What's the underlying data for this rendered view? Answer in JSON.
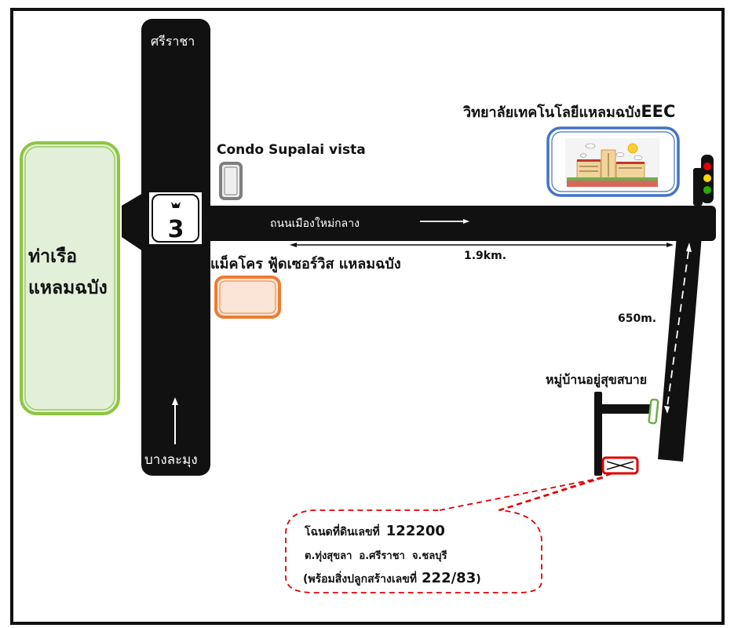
{
  "map": {
    "roads": {
      "vertical_top_label": "ศรีราชา",
      "vertical_bottom_label": "บางละมุง",
      "main_road_label": "ถนนเมืองใหม่กลาง",
      "route_sign_number": "3"
    },
    "places": {
      "port": {
        "line1": "ท่าเรือ",
        "line2": "แหลมฉบัง",
        "color": "#8cc63f",
        "fill": "#e2f0d9"
      },
      "condo": {
        "label": "Condo  Supalai vista",
        "color": "#7f7f7f"
      },
      "makro": {
        "label": "แม็คโคร ฟู้ดเซอร์วิส แหลมฉบัง",
        "color": "#ed7d31",
        "fill": "#fbe5d6"
      },
      "college": {
        "label_thai": "วิทยาลัยเทคโนโลยีแหลมฉบัง",
        "label_en": "EEC",
        "color": "#4472c4"
      },
      "village": {
        "label": "หมู่บ้านอยู่สุขสบาย",
        "color": "#70ad47"
      },
      "property_marker": {
        "color": "#e00000"
      }
    },
    "distances": {
      "main_road": "1.9km.",
      "side_road": "650m."
    },
    "callout": {
      "line1_prefix": "โฉนดที่ดินเลขที่",
      "deed_number": "122200",
      "line2": "ต.ทุ่งสุขลา  อ.ศรีราชา  จ.ชลบุรี",
      "line3_prefix": "(พร้อมสิ่งปลูกสร้างเลขที่",
      "house_number": "222/83",
      "line3_suffix": ")",
      "color": "#e00000"
    },
    "traffic_light": {
      "red": "#e00000",
      "yellow": "#ffd800",
      "green": "#22b000"
    }
  }
}
